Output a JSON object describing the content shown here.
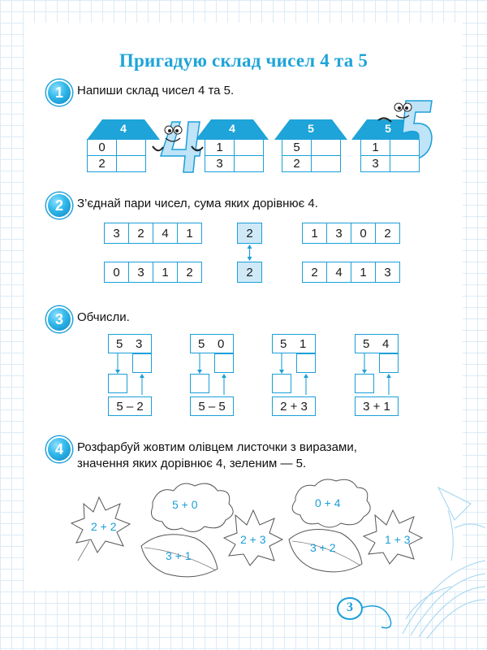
{
  "title": "Пригадую склад чисел 4 та 5",
  "page_number": "3",
  "tasks": [
    {
      "number": "1",
      "text": "Напиши склад чисел 4 та 5.",
      "houses": [
        {
          "roof": "4",
          "rows": [
            [
              "0",
              ""
            ],
            [
              "2",
              ""
            ]
          ]
        },
        {
          "roof": "4",
          "rows": [
            [
              "1",
              ""
            ],
            [
              "3",
              ""
            ]
          ]
        },
        {
          "roof": "5",
          "rows": [
            [
              "5",
              ""
            ],
            [
              "2",
              ""
            ]
          ]
        },
        {
          "roof": "5",
          "rows": [
            [
              "1",
              ""
            ],
            [
              "3",
              ""
            ]
          ]
        }
      ]
    },
    {
      "number": "2",
      "text": "З’єднай пари чисел, сума яких дорівнює 4.",
      "top_left": [
        "3",
        "2",
        "4",
        "1"
      ],
      "top_mid": "2",
      "top_right": [
        "1",
        "3",
        "0",
        "2"
      ],
      "bottom_left": [
        "0",
        "3",
        "1",
        "2"
      ],
      "bottom_mid": "2",
      "bottom_right": [
        "2",
        "4",
        "1",
        "3"
      ]
    },
    {
      "number": "3",
      "text": "Обчисли.",
      "items": [
        {
          "pair": [
            "5",
            "3"
          ],
          "expr": "5 – 2"
        },
        {
          "pair": [
            "5",
            "0"
          ],
          "expr": "5 – 5"
        },
        {
          "pair": [
            "5",
            "1"
          ],
          "expr": "2 + 3"
        },
        {
          "pair": [
            "5",
            "4"
          ],
          "expr": "3 + 1"
        }
      ]
    },
    {
      "number": "4",
      "text_line1": "Розфарбуй жовтим олівцем листочки з виразами,",
      "text_line2": "значення яких дорівнює 4, зеленим — 5.",
      "leaves": [
        "2 + 2",
        "5 + 0",
        "3 + 1",
        "2 + 3",
        "0 + 4",
        "3 + 2",
        "1 + 3"
      ]
    }
  ]
}
